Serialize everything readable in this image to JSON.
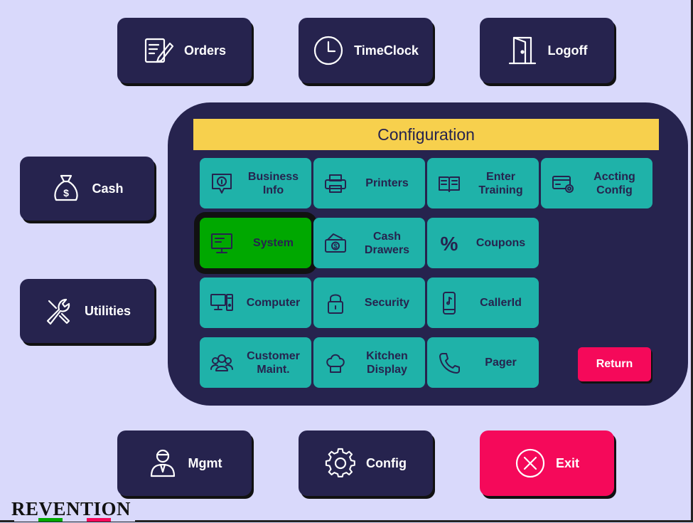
{
  "top_nav": [
    {
      "label": "Orders",
      "icon": "orders-icon"
    },
    {
      "label": "TimeClock",
      "icon": "clock-icon"
    },
    {
      "label": "Logoff",
      "icon": "door-icon"
    }
  ],
  "side_nav": [
    {
      "label": "Cash",
      "icon": "money-bag-icon"
    },
    {
      "label": "Utilities",
      "icon": "wrench-icon"
    }
  ],
  "bottom_nav": [
    {
      "label": "Mgmt",
      "icon": "manager-icon"
    },
    {
      "label": "Config",
      "icon": "gear-icon"
    },
    {
      "label": "Exit",
      "icon": "close-circle-icon"
    }
  ],
  "panel": {
    "title": "Configuration",
    "tiles": [
      {
        "label": "Business Info",
        "icon": "info-bubble-icon"
      },
      {
        "label": "Printers",
        "icon": "printer-icon"
      },
      {
        "label": "Enter Training",
        "icon": "book-icon"
      },
      {
        "label": "Accting Config",
        "icon": "card-gear-icon"
      },
      {
        "label": "System",
        "icon": "monitor-icon",
        "selected": true
      },
      {
        "label": "Cash Drawers",
        "icon": "cash-drawer-icon"
      },
      {
        "label": "Coupons",
        "icon": "percent-icon"
      },
      {
        "label": "Computer",
        "icon": "computer-icon"
      },
      {
        "label": "Security",
        "icon": "lock-icon"
      },
      {
        "label": "CallerId",
        "icon": "phone-icon"
      },
      {
        "label": "Customer Maint.",
        "icon": "users-icon"
      },
      {
        "label": "Kitchen Display",
        "icon": "chef-hat-icon"
      },
      {
        "label": "Pager",
        "icon": "handset-icon"
      }
    ],
    "return_label": "Return"
  },
  "brand": "REVENTION",
  "colors": {
    "background": "#d9d9fb",
    "navy": "#26234e",
    "teal": "#1fb2a9",
    "yellow": "#f7d04d",
    "pink": "#f5095a",
    "selected": "#00a800"
  }
}
